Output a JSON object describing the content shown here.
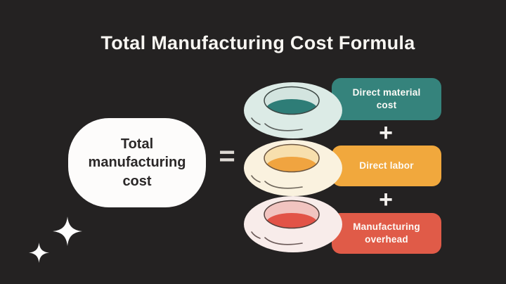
{
  "background_color": "#242222",
  "title": {
    "text": "Total Manufacturing Cost Formula",
    "color": "#f8f6f2"
  },
  "formula": {
    "result": {
      "label": "Total\nmanufacturing\ncost",
      "bubble_color": "#fdfcfb",
      "text_color": "#2b2828"
    },
    "equals_sign": "=",
    "plus_sign": "+",
    "components": [
      {
        "label": "Direct material\ncost",
        "box_color": "#35837c",
        "donut": {
          "body": "#dcebe6",
          "ring": "#d3e4df",
          "hole": "#2e7d77",
          "outline": "#3c4744"
        }
      },
      {
        "label": "Direct labor",
        "box_color": "#f1a83d",
        "donut": {
          "body": "#faf2df",
          "ring": "#f7dfad",
          "hole": "#f0a440",
          "outline": "#6b5540"
        }
      },
      {
        "label": "Manufacturing\noverhead",
        "box_color": "#e05b48",
        "donut": {
          "body": "#f8ecea",
          "ring": "#f1c4c0",
          "hole": "#e25347",
          "outline": "#53403c"
        }
      }
    ]
  },
  "decoration": {
    "sparkle_color": "#fdfdfd",
    "sparkle_count": 2
  }
}
